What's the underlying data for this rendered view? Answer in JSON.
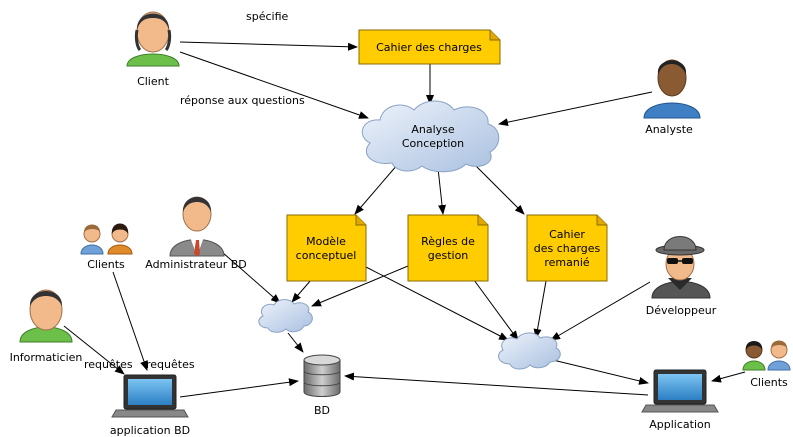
{
  "actors": {
    "client": "Client",
    "analyste": "Analyste",
    "administrateur": "Administrateur BD",
    "clients_left": "Clients",
    "informaticien": "Informaticien",
    "developpeur": "Développeur",
    "clients_right": "Clients"
  },
  "documents": {
    "cahier_des_charges": "Cahier des charges",
    "modele_conceptuel": [
      "Modèle",
      "conceptuel"
    ],
    "regles_de_gestion": [
      "Règles de",
      "gestion"
    ],
    "cahier_remanie": [
      "Cahier",
      "des charges",
      "remanié"
    ]
  },
  "process": {
    "analyse_conception": [
      "Analyse",
      "Conception"
    ]
  },
  "systems": {
    "bd": "BD",
    "application_bd": "application BD",
    "application": "Application"
  },
  "edge_labels": {
    "specifie": "spécifie",
    "reponse": "réponse aux questions",
    "requetes_left": "requêtes",
    "requetes_right": "requêtes"
  },
  "colors": {
    "document_fill": "#ffcc00",
    "cloud_fill": "#c8d8ee",
    "person_green": "#6cc04a",
    "person_blue": "#3f7fc4",
    "laptop_screen": "#4aa3e0"
  }
}
